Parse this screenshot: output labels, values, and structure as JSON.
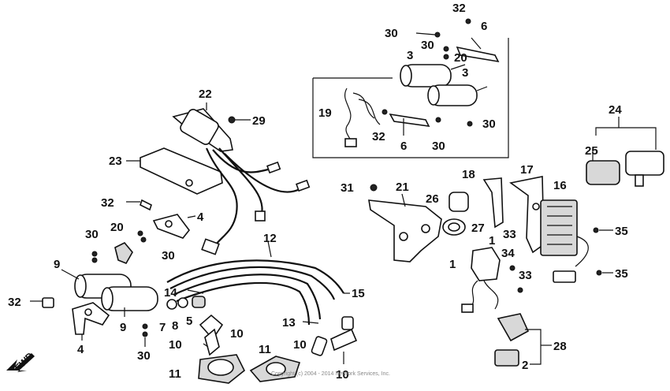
{
  "diagram": {
    "callouts": [
      {
        "id": "c-32a",
        "text": "32"
      },
      {
        "id": "c-6a",
        "text": "6"
      },
      {
        "id": "c-30a",
        "text": "30"
      },
      {
        "id": "c-30b",
        "text": "30"
      },
      {
        "id": "c-20a",
        "text": "20"
      },
      {
        "id": "c-3a",
        "text": "3"
      },
      {
        "id": "c-3b",
        "text": "3"
      },
      {
        "id": "c-19",
        "text": "19"
      },
      {
        "id": "c-32b",
        "text": "32"
      },
      {
        "id": "c-6b",
        "text": "6"
      },
      {
        "id": "c-30c",
        "text": "30"
      },
      {
        "id": "c-30d",
        "text": "30"
      },
      {
        "id": "c-22",
        "text": "22"
      },
      {
        "id": "c-29",
        "text": "29"
      },
      {
        "id": "c-23",
        "text": "23"
      },
      {
        "id": "c-24",
        "text": "24"
      },
      {
        "id": "c-25",
        "text": "25"
      },
      {
        "id": "c-18",
        "text": "18"
      },
      {
        "id": "c-17",
        "text": "17"
      },
      {
        "id": "c-16",
        "text": "16"
      },
      {
        "id": "c-31",
        "text": "31"
      },
      {
        "id": "c-21",
        "text": "21"
      },
      {
        "id": "c-26",
        "text": "26"
      },
      {
        "id": "c-27",
        "text": "27"
      },
      {
        "id": "c-32c",
        "text": "32"
      },
      {
        "id": "c-4a",
        "text": "4"
      },
      {
        "id": "c-30e",
        "text": "30"
      },
      {
        "id": "c-20b",
        "text": "20"
      },
      {
        "id": "c-30f",
        "text": "30"
      },
      {
        "id": "c-12",
        "text": "12"
      },
      {
        "id": "c-35a",
        "text": "35"
      },
      {
        "id": "c-33a",
        "text": "33"
      },
      {
        "id": "c-1a",
        "text": "1"
      },
      {
        "id": "c-1b",
        "text": "1"
      },
      {
        "id": "c-34",
        "text": "34"
      },
      {
        "id": "c-33b",
        "text": "33"
      },
      {
        "id": "c-35b",
        "text": "35"
      },
      {
        "id": "c-9a",
        "text": "9"
      },
      {
        "id": "c-14",
        "text": "14"
      },
      {
        "id": "c-15",
        "text": "15"
      },
      {
        "id": "c-32d",
        "text": "32"
      },
      {
        "id": "c-7",
        "text": "7"
      },
      {
        "id": "c-8",
        "text": "8"
      },
      {
        "id": "c-5",
        "text": "5"
      },
      {
        "id": "c-9b",
        "text": "9"
      },
      {
        "id": "c-13",
        "text": "13"
      },
      {
        "id": "c-10a",
        "text": "10"
      },
      {
        "id": "c-10b",
        "text": "10"
      },
      {
        "id": "c-10c",
        "text": "10"
      },
      {
        "id": "c-10d",
        "text": "10"
      },
      {
        "id": "c-4b",
        "text": "4"
      },
      {
        "id": "c-30g",
        "text": "30"
      },
      {
        "id": "c-11a",
        "text": "11"
      },
      {
        "id": "c-11b",
        "text": "11"
      },
      {
        "id": "c-28",
        "text": "28"
      },
      {
        "id": "c-2",
        "text": "2"
      }
    ],
    "direction_label": "FWD",
    "copyright": "Copyright (c) 2004 - 2014 Network Services, Inc."
  }
}
